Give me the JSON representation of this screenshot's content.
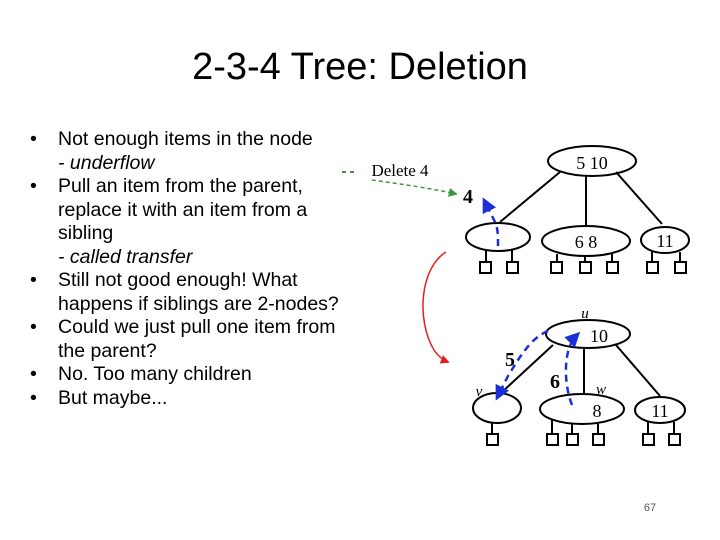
{
  "slide": {
    "title": "2-3-4 Tree: Deletion",
    "bullets": [
      {
        "text": "Not enough items in the node",
        "sub": "- underflow"
      },
      {
        "text": "Pull an item from the parent, replace it with an item from a sibling",
        "sub": "- called transfer"
      },
      {
        "text": "Still not good enough! What happens if siblings are 2-nodes?",
        "sub": ""
      },
      {
        "text": "Could we just pull one item from the parent?",
        "sub": ""
      },
      {
        "text": "No. Too many children",
        "sub": ""
      },
      {
        "text": "But maybe...",
        "sub": ""
      }
    ],
    "page_number": "67"
  },
  "diagram": {
    "top_tree": {
      "action_label": "Delete 4",
      "root_keys": "5 10",
      "left_leaf_key": "4",
      "middle_leaf_keys": "6 8",
      "right_leaf_key": "11"
    },
    "bottom_tree": {
      "root_label": "u",
      "root_key": "10",
      "left_label": "v",
      "middle_label": "w",
      "middle_key": "8",
      "right_key": "11",
      "moving_key_5": "5",
      "moving_key_6": "6"
    },
    "colors": {
      "arrow_blue": "#1a2fd6",
      "arrow_red": "#e02020",
      "arrow_green": "#3a9a3a"
    }
  }
}
